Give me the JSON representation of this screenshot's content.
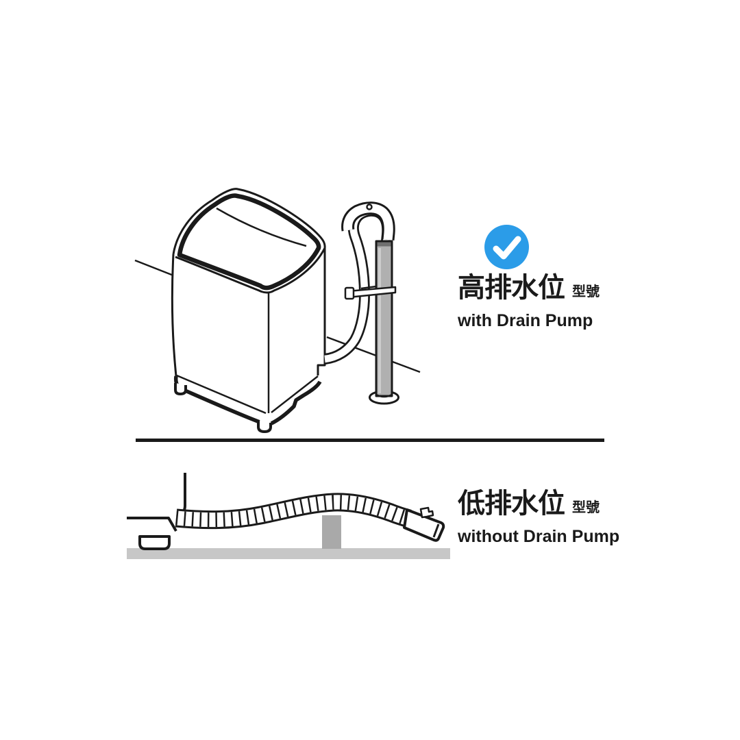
{
  "top_section": {
    "badge_icon": "checkmark",
    "title_zh": "高排水位",
    "title_tag_zh": "型號",
    "subtitle_en": "with Drain Pump",
    "illustration_alt": "top-load washer with drain hose hooked into tall standpipe"
  },
  "bottom_section": {
    "title_zh": "低排水位",
    "title_tag_zh": "型號",
    "subtitle_en": "without Drain Pump",
    "illustration_alt": "drain hose laid low along floor over support block"
  },
  "colors": {
    "accent_blue": "#2B9CE8",
    "ink": "#1a1a1a",
    "pipe_gray": "#b0b0b0",
    "pipe_rim_gray": "#707070",
    "pipe_highlight": "#cdcdcd",
    "floor_gray": "#c7c7c7",
    "block_gray": "#a9a9a9",
    "background": "#ffffff"
  }
}
